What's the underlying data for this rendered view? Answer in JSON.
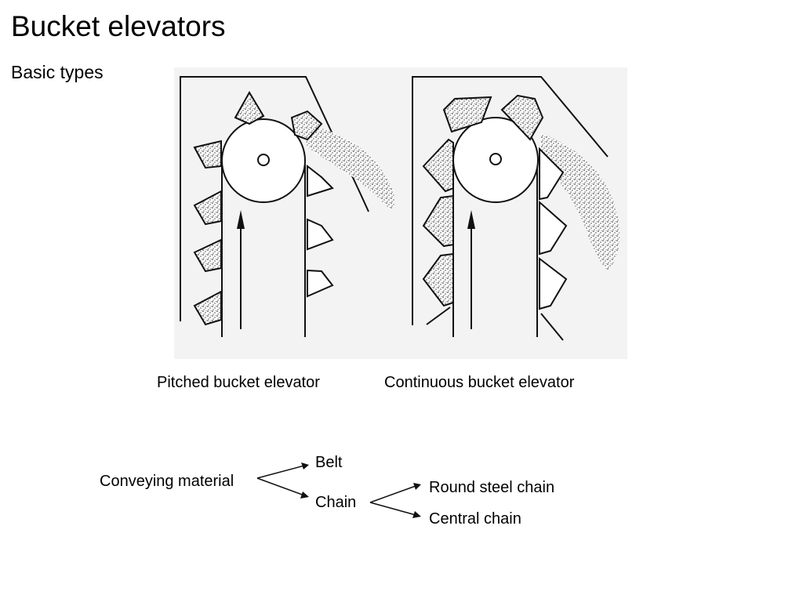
{
  "slide": {
    "title": "Bucket elevators",
    "subtitle": "Basic types"
  },
  "figure": {
    "left_caption": "Pitched bucket elevator",
    "right_caption": "Continuous bucket elevator"
  },
  "tree": {
    "root": "Conveying material",
    "children": [
      {
        "label": "Belt"
      },
      {
        "label": "Chain",
        "children": [
          {
            "label": "Round steel chain"
          },
          {
            "label": "Central chain"
          }
        ]
      }
    ]
  }
}
